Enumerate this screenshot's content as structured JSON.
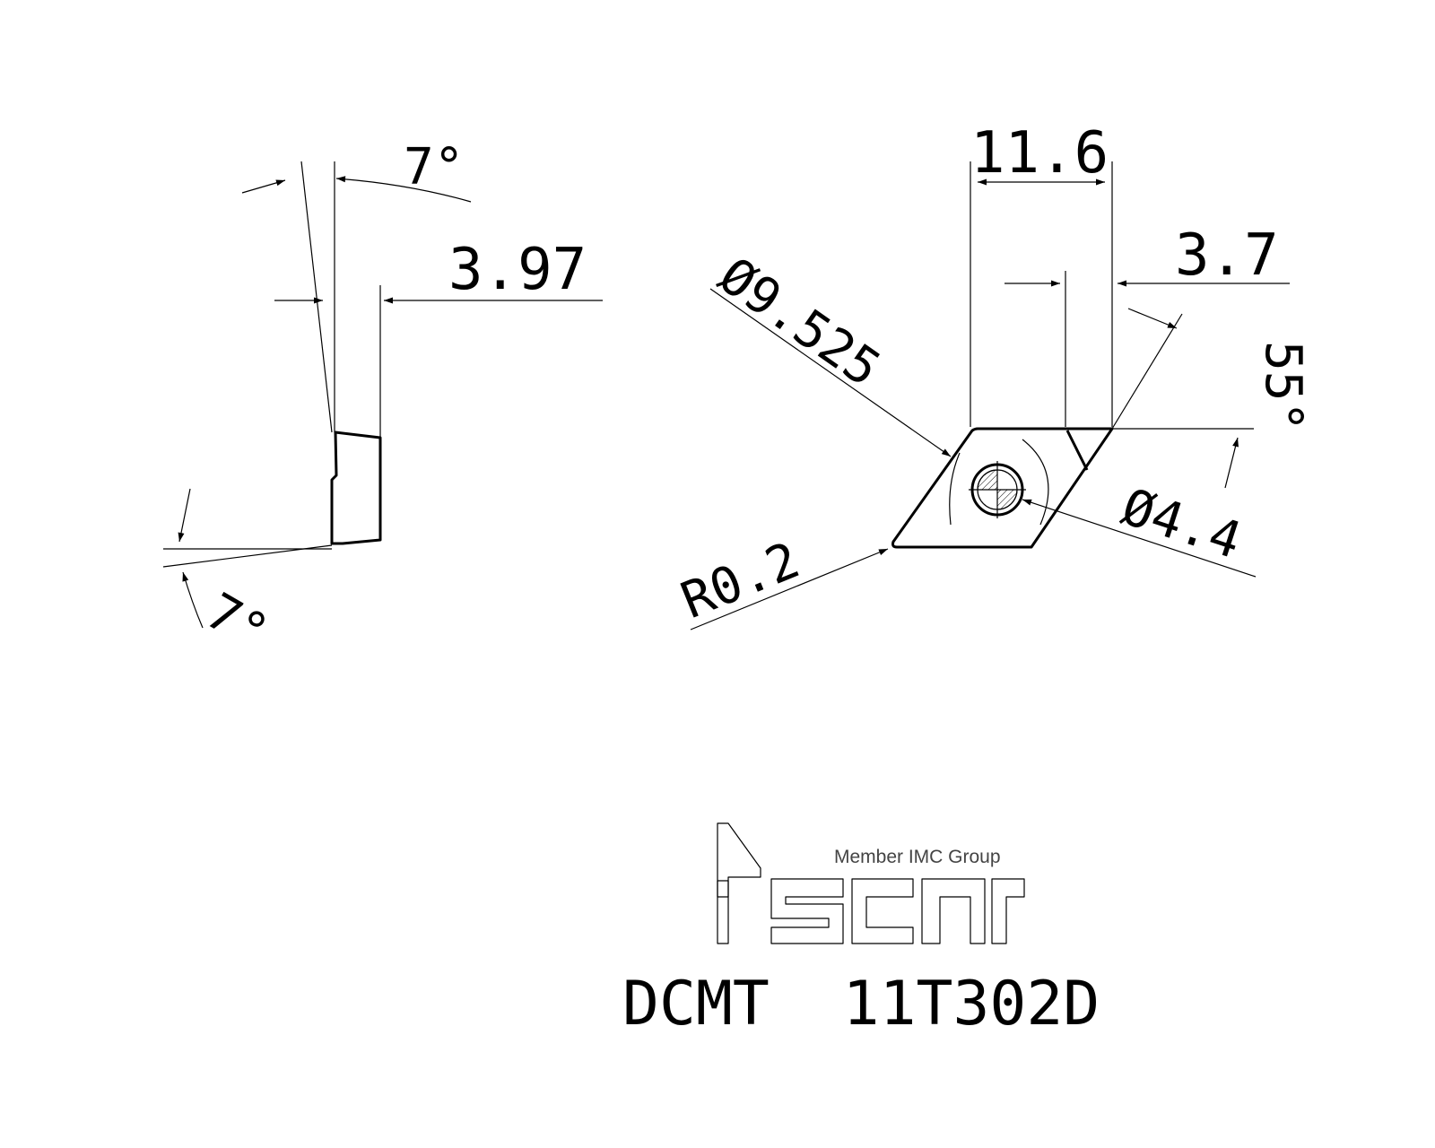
{
  "dimensions": {
    "clearance_angle_top": "7°",
    "thickness": "3.97",
    "clearance_angle_bottom": "7°",
    "inscribed_circle": "Ø9.525",
    "length": "11.6",
    "chip_width": "3.7",
    "nose_angle": "55°",
    "hole_diameter": "Ø4.4",
    "corner_radius": "R0.2"
  },
  "logo": {
    "tagline": "Member IMC Group",
    "brand": "iscar"
  },
  "title": "DCMT  11T302D",
  "colors": {
    "line": "#000000",
    "logo_text": "#444444"
  }
}
